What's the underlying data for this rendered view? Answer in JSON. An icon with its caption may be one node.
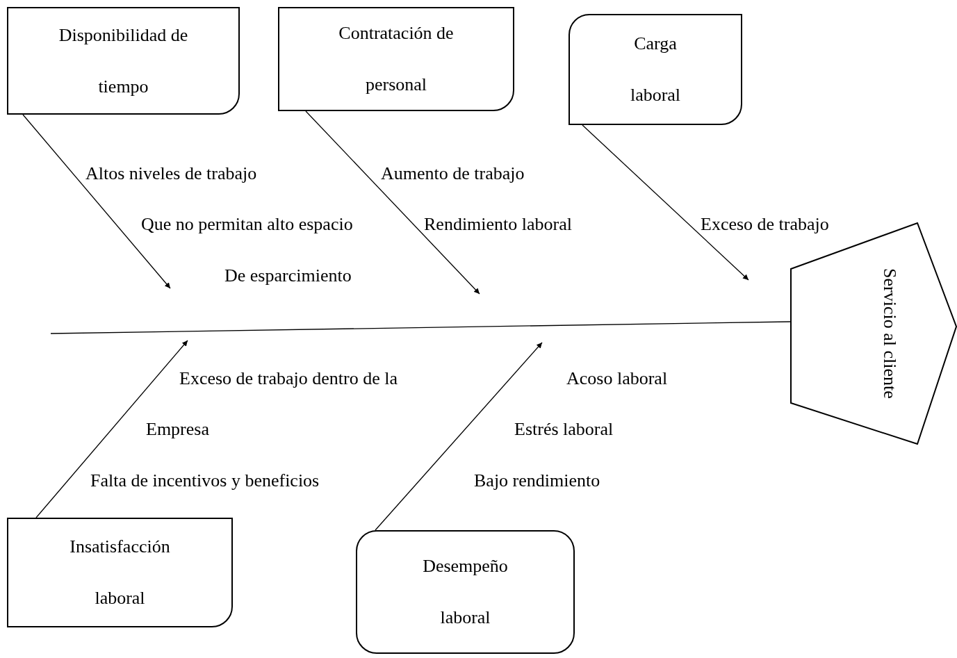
{
  "diagram": {
    "nodes": [
      {
        "text": [
          "Disponibilidad de tiempo"
        ]
      },
      {
        "text": [
          "Contratación de personal"
        ]
      },
      {
        "text": [
          "Carga laboral"
        ]
      },
      {
        "text": [
          "Servicio al cliente"
        ]
      },
      {
        "text": [
          "Insatisfacción laboral"
        ]
      },
      {
        "text": [
          "Desempeño laboral"
        ]
      }
    ],
    "edges": [
      {
        "from": 0,
        "to": null,
        "arrow": "to"
      },
      {
        "from": 1,
        "to": null,
        "arrow": "to"
      },
      {
        "from": 2,
        "to": null,
        "arrow": "to"
      },
      {
        "from": 4,
        "to": null,
        "arrow": "to"
      },
      {
        "from": 5,
        "to": null,
        "arrow": "to"
      },
      {
        "from": null,
        "to": 3,
        "arrow": "none"
      }
    ],
    "labels": [
      "Altos niveles de trabajo",
      "Aumento de trabajo",
      "Que no permitan alto espacio",
      "Rendimiento laboral",
      "Exceso de trabajo",
      "De esparcimiento",
      "Exceso de trabajo dentro de la",
      "Acoso laboral",
      "Empresa",
      "Estrés laboral",
      "Falta de incentivos y beneficios",
      "Bajo rendimiento"
    ]
  }
}
